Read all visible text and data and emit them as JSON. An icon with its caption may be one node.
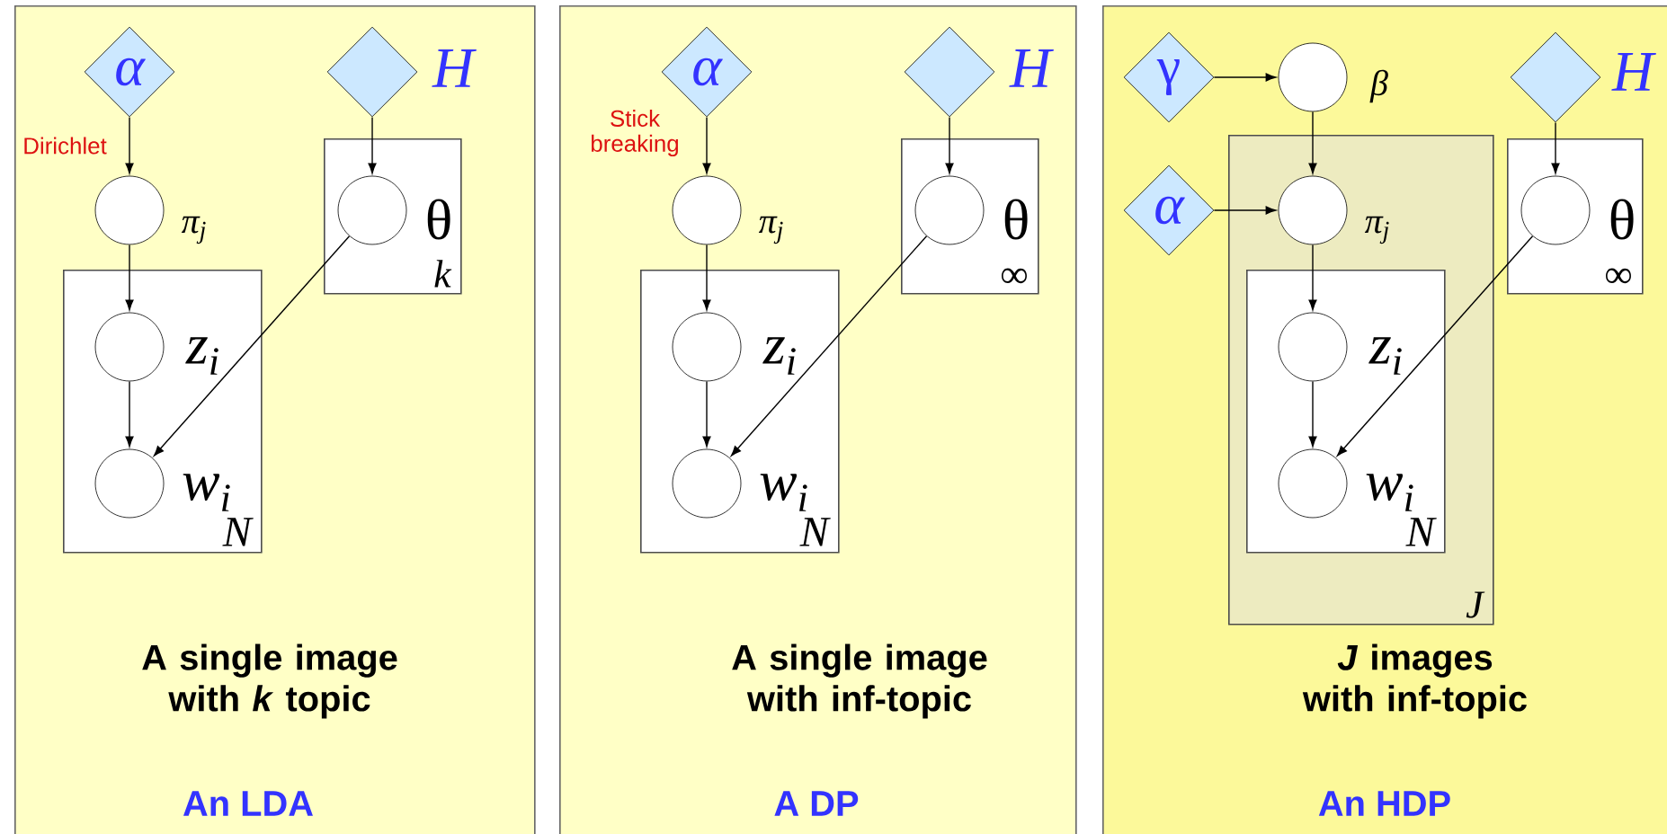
{
  "diagram": {
    "nodes": [
      {
        "text": [
          "A single image with *k* topic",
          "An LDA"
        ]
      },
      {
        "text": [
          "α"
        ],
        "in": 0
      },
      {
        "text": [],
        "shape": "diamond",
        "beside": [
          "H"
        ],
        "in": 0
      },
      {
        "text": [],
        "shape": "circle",
        "beside": [
          "π$_{j}$"
        ],
        "in": 0
      },
      {
        "text": [
          "k"
        ],
        "in": 0
      },
      {
        "text": [],
        "shape": "circle",
        "beside": [
          "θ"
        ],
        "in": 4
      },
      {
        "text": [
          "N"
        ],
        "in": 0
      },
      {
        "text": [],
        "shape": "circle",
        "beside": [
          "z$_{i}$"
        ],
        "in": 6
      },
      {
        "text": [],
        "shape": "circle",
        "beside": [
          "w$_{i}$"
        ],
        "in": 6
      },
      {
        "text": [
          "A single image with inf-topic",
          "A DP"
        ]
      },
      {
        "text": [
          "α"
        ],
        "in": 9
      },
      {
        "text": [],
        "shape": "diamond",
        "beside": [
          "H"
        ],
        "in": 9
      },
      {
        "text": [],
        "shape": "circle",
        "beside": [
          "π$_{j}$"
        ],
        "in": 9
      },
      {
        "text": [
          "∞"
        ],
        "in": 9
      },
      {
        "text": [],
        "shape": "circle",
        "beside": [
          "θ"
        ],
        "in": 13
      },
      {
        "text": [
          "N"
        ],
        "in": 9
      },
      {
        "text": [],
        "shape": "circle",
        "beside": [
          "z$_{i}$"
        ],
        "in": 15
      },
      {
        "text": [],
        "shape": "circle",
        "beside": [
          "w$_{i}$"
        ],
        "in": 15
      },
      {
        "text": [
          "*J* images with inf-topic",
          "An HDP"
        ]
      },
      {
        "text": [
          "γ"
        ],
        "in": 18
      },
      {
        "text": [],
        "shape": "circle",
        "beside": [
          "β"
        ],
        "in": 18
      },
      {
        "text": [],
        "shape": "diamond",
        "beside": [
          "H"
        ],
        "in": 18
      },
      {
        "text": [
          "J"
        ],
        "in": 18
      },
      {
        "text": [
          "α"
        ],
        "in": 18
      },
      {
        "text": [],
        "shape": "circle",
        "beside": [
          "π$_{j}$"
        ],
        "in": 22
      },
      {
        "text": [
          "∞"
        ],
        "in": 18
      },
      {
        "text": [],
        "shape": "circle",
        "beside": [
          "θ"
        ],
        "in": 25
      },
      {
        "text": [
          "N"
        ],
        "in": 22
      },
      {
        "text": [],
        "shape": "circle",
        "beside": [
          "z$_{i}$"
        ],
        "in": 27
      },
      {
        "text": [],
        "shape": "circle",
        "beside": [
          "w$_{i}$"
        ],
        "in": 27
      }
    ],
    "edges": [
      {
        "from": 1,
        "to": 3,
        "arrow": "to",
        "label": "Dirichlet"
      },
      {
        "from": 2,
        "to": 5,
        "arrow": "to"
      },
      {
        "from": 3,
        "to": 7,
        "arrow": "to"
      },
      {
        "from": 7,
        "to": 8,
        "arrow": "to"
      },
      {
        "from": 5,
        "to": 8,
        "arrow": "to"
      },
      {
        "from": 10,
        "to": 12,
        "arrow": "to",
        "label": "Stick breaking"
      },
      {
        "from": 11,
        "to": 14,
        "arrow": "to"
      },
      {
        "from": 12,
        "to": 16,
        "arrow": "to"
      },
      {
        "from": 16,
        "to": 17,
        "arrow": "to"
      },
      {
        "from": 14,
        "to": 17,
        "arrow": "to"
      },
      {
        "from": 19,
        "to": 20,
        "arrow": "to"
      },
      {
        "from": 20,
        "to": 24,
        "arrow": "to"
      },
      {
        "from": 23,
        "to": 24,
        "arrow": "to"
      },
      {
        "from": 21,
        "to": 26,
        "arrow": "to"
      },
      {
        "from": 24,
        "to": 28,
        "arrow": "to"
      },
      {
        "from": 28,
        "to": 29,
        "arrow": "to"
      },
      {
        "from": 26,
        "to": 29,
        "arrow": "to"
      }
    ]
  }
}
